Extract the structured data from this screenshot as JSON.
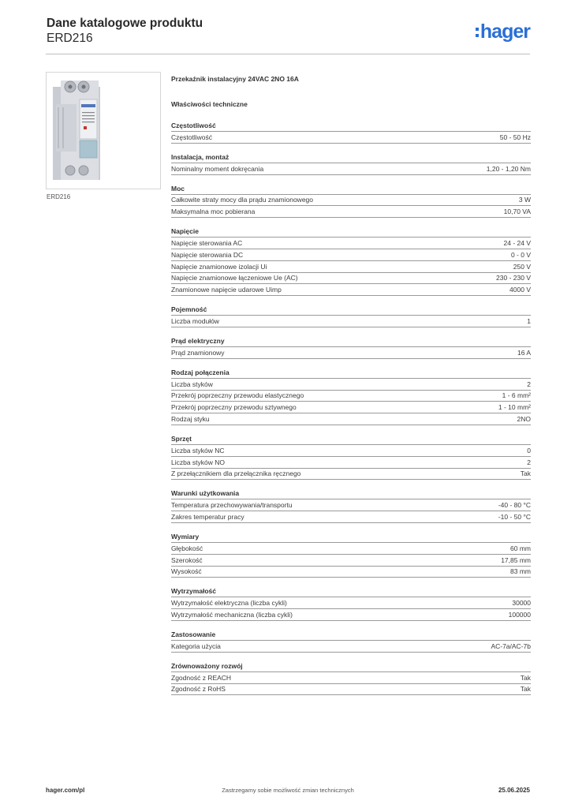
{
  "header": {
    "title": "Dane katalogowe produktu",
    "product_code": "ERD216",
    "logo_text": "hager",
    "logo_color": "#2a6fd6"
  },
  "image": {
    "caption": "ERD216"
  },
  "product_name": "Przekaźnik instalacyjny 24VAC 2NO 16A",
  "section_title": "Właściwości techniczne",
  "groups": [
    {
      "title": "Częstotliwość",
      "rows": [
        {
          "label": "Częstotliwość",
          "value": "50 - 50 Hz"
        }
      ]
    },
    {
      "title": "Instalacja, montaż",
      "rows": [
        {
          "label": "Nominalny moment dokręcania",
          "value": "1,20 - 1,20 Nm"
        }
      ]
    },
    {
      "title": "Moc",
      "rows": [
        {
          "label": "Całkowite straty mocy dla prądu znamionowego",
          "value": "3 W"
        },
        {
          "label": "Maksymalna moc pobierana",
          "value": "10,70 VA"
        }
      ]
    },
    {
      "title": "Napięcie",
      "rows": [
        {
          "label": "Napięcie sterowania AC",
          "value": "24 - 24 V"
        },
        {
          "label": "Napięcie sterowania DC",
          "value": "0 - 0 V"
        },
        {
          "label": "Napięcie znamionowe izolacji Ui",
          "value": "250 V"
        },
        {
          "label": "Napięcie znamionowe łączeniowe Ue (AC)",
          "value": "230 - 230 V"
        },
        {
          "label": "Znamionowe napięcie udarowe Uimp",
          "value": "4000 V"
        }
      ]
    },
    {
      "title": "Pojemność",
      "rows": [
        {
          "label": "Liczba modułów",
          "value": "1"
        }
      ]
    },
    {
      "title": "Prąd elektryczny",
      "rows": [
        {
          "label": "Prąd znamionowy",
          "value": "16 A"
        }
      ]
    },
    {
      "title": "Rodzaj połączenia",
      "rows": [
        {
          "label": "Liczba styków",
          "value": "2"
        },
        {
          "label": "Przekrój poprzeczny przewodu elastycznego",
          "value": "1 - 6 mm²"
        },
        {
          "label": "Przekrój poprzeczny przewodu sztywnego",
          "value": "1 - 10 mm²"
        },
        {
          "label": "Rodzaj styku",
          "value": "2NO"
        }
      ]
    },
    {
      "title": "Sprzęt",
      "rows": [
        {
          "label": "Liczba styków NC",
          "value": "0"
        },
        {
          "label": "Liczba styków NO",
          "value": "2"
        },
        {
          "label": "Z przełącznikiem dla przełącznika ręcznego",
          "value": "Tak"
        }
      ]
    },
    {
      "title": "Warunki użytkowania",
      "rows": [
        {
          "label": "Temperatura przechowywania/transportu",
          "value": "-40 - 80 °C"
        },
        {
          "label": "Zakres temperatur pracy",
          "value": "-10 - 50 °C"
        }
      ]
    },
    {
      "title": "Wymiary",
      "rows": [
        {
          "label": "Głębokość",
          "value": "60 mm"
        },
        {
          "label": "Szerokość",
          "value": "17,85 mm"
        },
        {
          "label": "Wysokość",
          "value": "83 mm"
        }
      ]
    },
    {
      "title": "Wytrzymałość",
      "rows": [
        {
          "label": "Wytrzymałość elektryczna (liczba cykli)",
          "value": "30000"
        },
        {
          "label": "Wytrzymałość mechaniczna (liczba cykli)",
          "value": "100000"
        }
      ]
    },
    {
      "title": "Zastosowanie",
      "rows": [
        {
          "label": "Kategoria użycia",
          "value": "AC-7a/AC-7b"
        }
      ]
    },
    {
      "title": "Zrównoważony rozwój",
      "rows": [
        {
          "label": "Zgodność z REACH",
          "value": "Tak"
        },
        {
          "label": "Zgodność z RoHS",
          "value": "Tak"
        }
      ]
    }
  ],
  "footer": {
    "website": "hager.com/pl",
    "disclaimer": "Zastrzegamy sobie możliwość zmian technicznych",
    "date": "25.06.2025"
  }
}
